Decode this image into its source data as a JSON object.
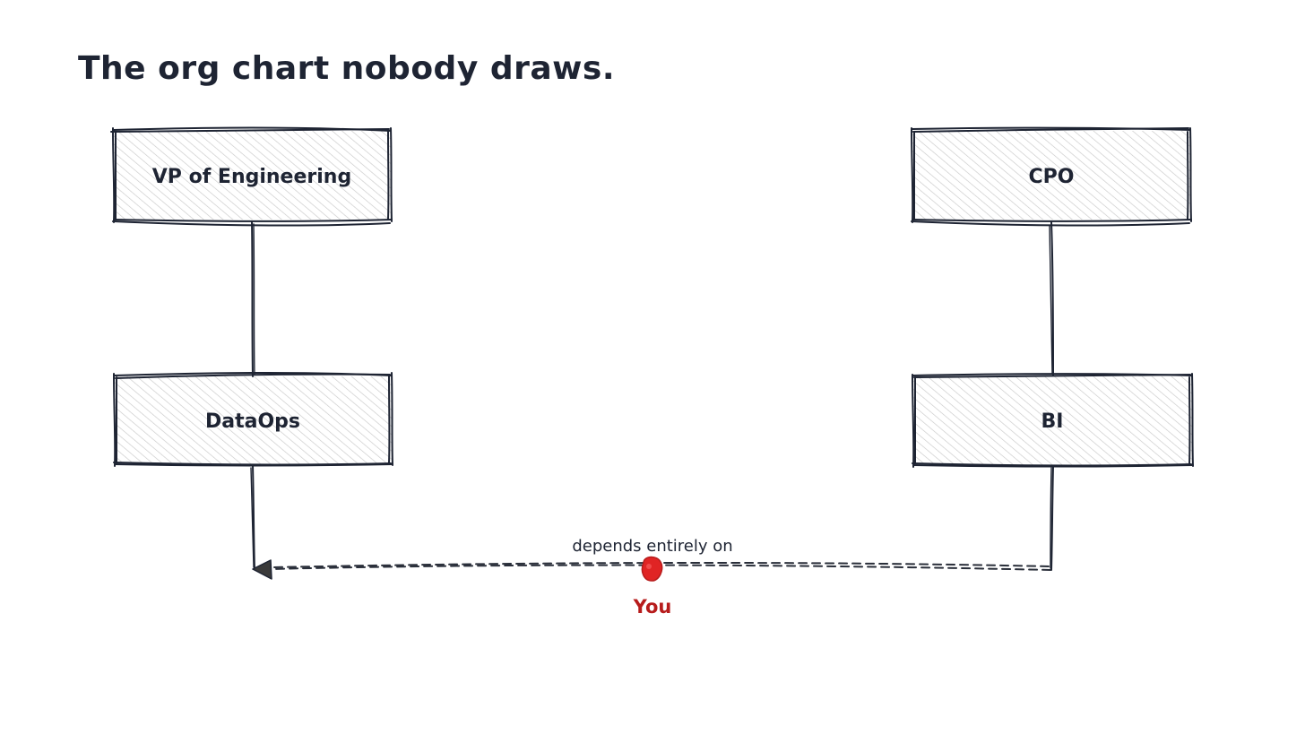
{
  "title": "The org chart nobody draws.",
  "nodes": {
    "vp_engineering": "VP of Engineering",
    "cpo": "CPO",
    "dataops": "DataOps",
    "bi": "BI"
  },
  "edge": {
    "label": "depends entirely on"
  },
  "you": {
    "label": "You"
  },
  "colors": {
    "ink": "#1e2433",
    "hatch": "#c8c8c8",
    "accent_red": "#d32f2f",
    "you_text": "#b71c1c"
  }
}
